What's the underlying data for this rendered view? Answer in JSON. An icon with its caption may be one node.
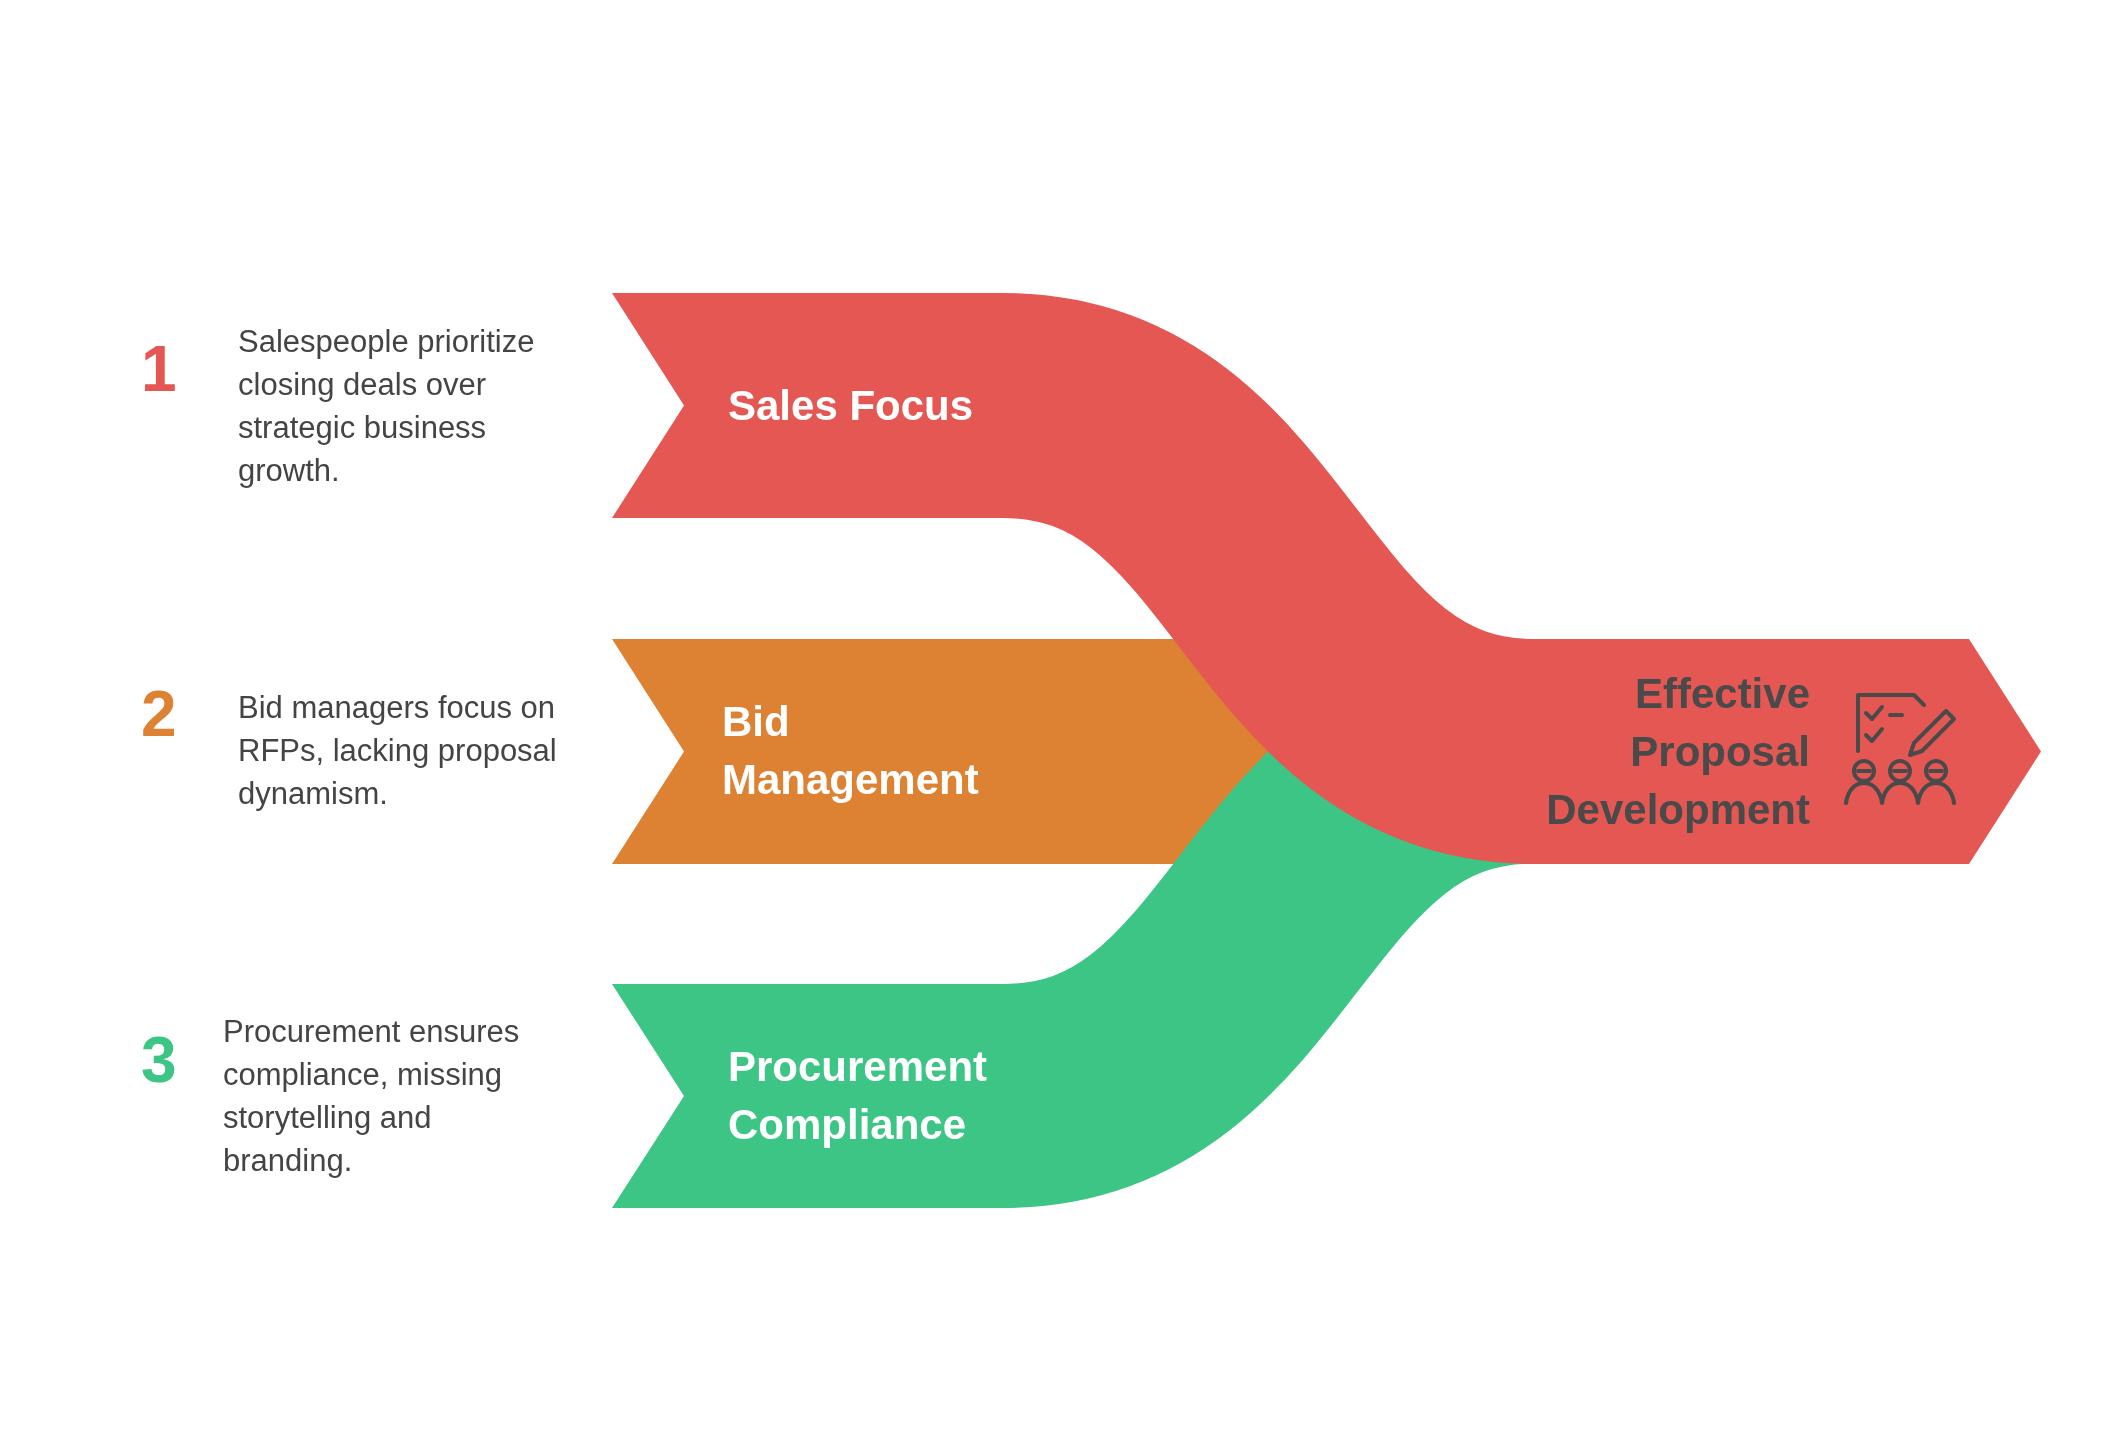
{
  "diagram": {
    "nodes": [
      {
        "text": [
          "Sales Focus"
        ],
        "beside": [
          "1",
          "Salespeople prioritize closing deals over strategic business growth."
        ]
      },
      {
        "text": [
          "Bid Management"
        ],
        "beside": [
          "2",
          "Bid managers focus on RFPs, lacking proposal dynamism."
        ]
      },
      {
        "text": [
          "Procurement Compliance"
        ],
        "beside": [
          "3",
          "Procurement ensures compliance, missing storytelling and branding."
        ]
      },
      {
        "text": [
          "Effective Proposal Development"
        ]
      }
    ],
    "edges": [
      {
        "from": 2,
        "to": 3,
        "arrow": "none",
        "color": "#3cc584"
      },
      {
        "from": 1,
        "to": 3,
        "arrow": "none",
        "color": "#dd8232"
      },
      {
        "from": 0,
        "to": 3,
        "arrow": "none",
        "color": "#e55753"
      }
    ]
  }
}
